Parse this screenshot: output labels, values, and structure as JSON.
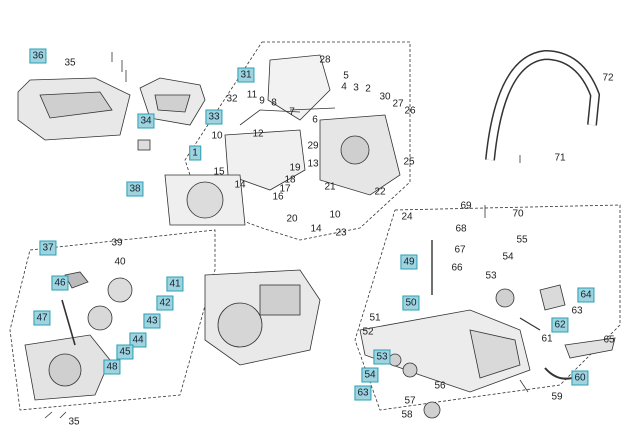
{
  "diagram": {
    "callouts_boxed": [
      "36",
      "34",
      "31",
      "33",
      "1",
      "38",
      "37",
      "46",
      "47",
      "41",
      "42",
      "43",
      "44",
      "45",
      "48",
      "49",
      "50",
      "53",
      "54",
      "60",
      "62",
      "63",
      "64"
    ],
    "callouts_plain": [
      "35",
      "32",
      "11",
      "10",
      "9",
      "8",
      "7",
      "12",
      "28",
      "5",
      "4",
      "3",
      "2",
      "30",
      "27",
      "26",
      "29",
      "6",
      "13",
      "15",
      "14",
      "19",
      "18",
      "17",
      "16",
      "20",
      "21",
      "25",
      "22",
      "24",
      "23",
      "39",
      "40",
      "72",
      "71",
      "69",
      "70",
      "68",
      "67",
      "66",
      "55",
      "54b",
      "53b",
      "51",
      "52",
      "61",
      "65",
      "56",
      "57",
      "58",
      "59",
      "35b"
    ],
    "text": {
      "36": "36",
      "34": "34",
      "31": "31",
      "33": "33",
      "1": "1",
      "38": "38",
      "37": "37",
      "46": "46",
      "47": "47",
      "41": "41",
      "42": "42",
      "43": "43",
      "44": "44",
      "45": "45",
      "48": "48",
      "49": "49",
      "50": "50",
      "53": "53",
      "54": "54",
      "60": "60",
      "62": "62",
      "63": "63",
      "64": "64",
      "35": "35",
      "32": "32",
      "11": "11",
      "10": "10",
      "9": "9",
      "8": "8",
      "7": "7",
      "12": "12",
      "28": "28",
      "5": "5",
      "4": "4",
      "3": "3",
      "2": "2",
      "30": "30",
      "27": "27",
      "26": "26",
      "29": "29",
      "6": "6",
      "13": "13",
      "15": "15",
      "14": "14",
      "19": "19",
      "18": "18",
      "17": "17",
      "16": "16",
      "20": "20",
      "21": "21",
      "25": "25",
      "22": "22",
      "24": "24",
      "23": "23",
      "39": "39",
      "40": "40",
      "72": "72",
      "71": "71",
      "69": "69",
      "70": "70",
      "68": "68",
      "67": "67",
      "66": "66",
      "55": "55",
      "54b": "54",
      "53b": "53",
      "51": "51",
      "52": "52",
      "61": "61",
      "65": "65",
      "56": "56",
      "57": "57",
      "58": "58",
      "59": "59",
      "35b": "35",
      "14b": "14"
    }
  }
}
